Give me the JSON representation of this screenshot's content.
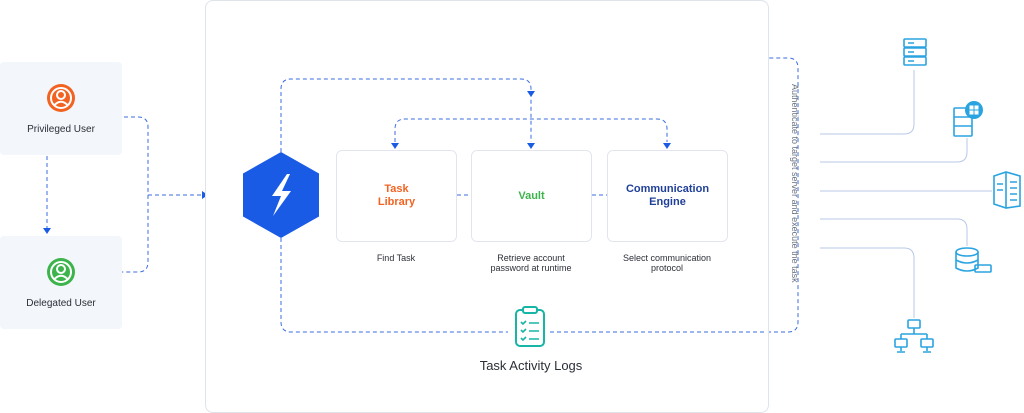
{
  "users": {
    "privileged": "Privileged User",
    "delegated": "Delegated User"
  },
  "components": {
    "task_library": "Task\nLibrary",
    "vault": "Vault",
    "communication_engine": "Communication\nEngine"
  },
  "captions": {
    "find_task": "Find Task",
    "retrieve_password": "Retrieve account\npassword at runtime",
    "select_protocol": "Select communication\nprotocol"
  },
  "logs": {
    "label": "Task Activity Logs"
  },
  "authenticate_text": "Authenticate to target server and execute the task",
  "colors": {
    "orange": "#f26322",
    "green": "#3cb44b",
    "navy": "#1f3f99",
    "blue": "#1a5be6",
    "teal": "#16b5a6",
    "line": "#3c6ee0",
    "device": "#2aa4e0"
  },
  "icons": {
    "privileged_user": "user-circle-icon",
    "delegated_user": "user-circle-icon",
    "hub": "lightning-hexagon-icon",
    "logs": "clipboard-checklist-icon",
    "targets": [
      "server-stack-icon",
      "windows-server-icon",
      "mainframe-icon",
      "database-icon",
      "network-icon"
    ]
  }
}
